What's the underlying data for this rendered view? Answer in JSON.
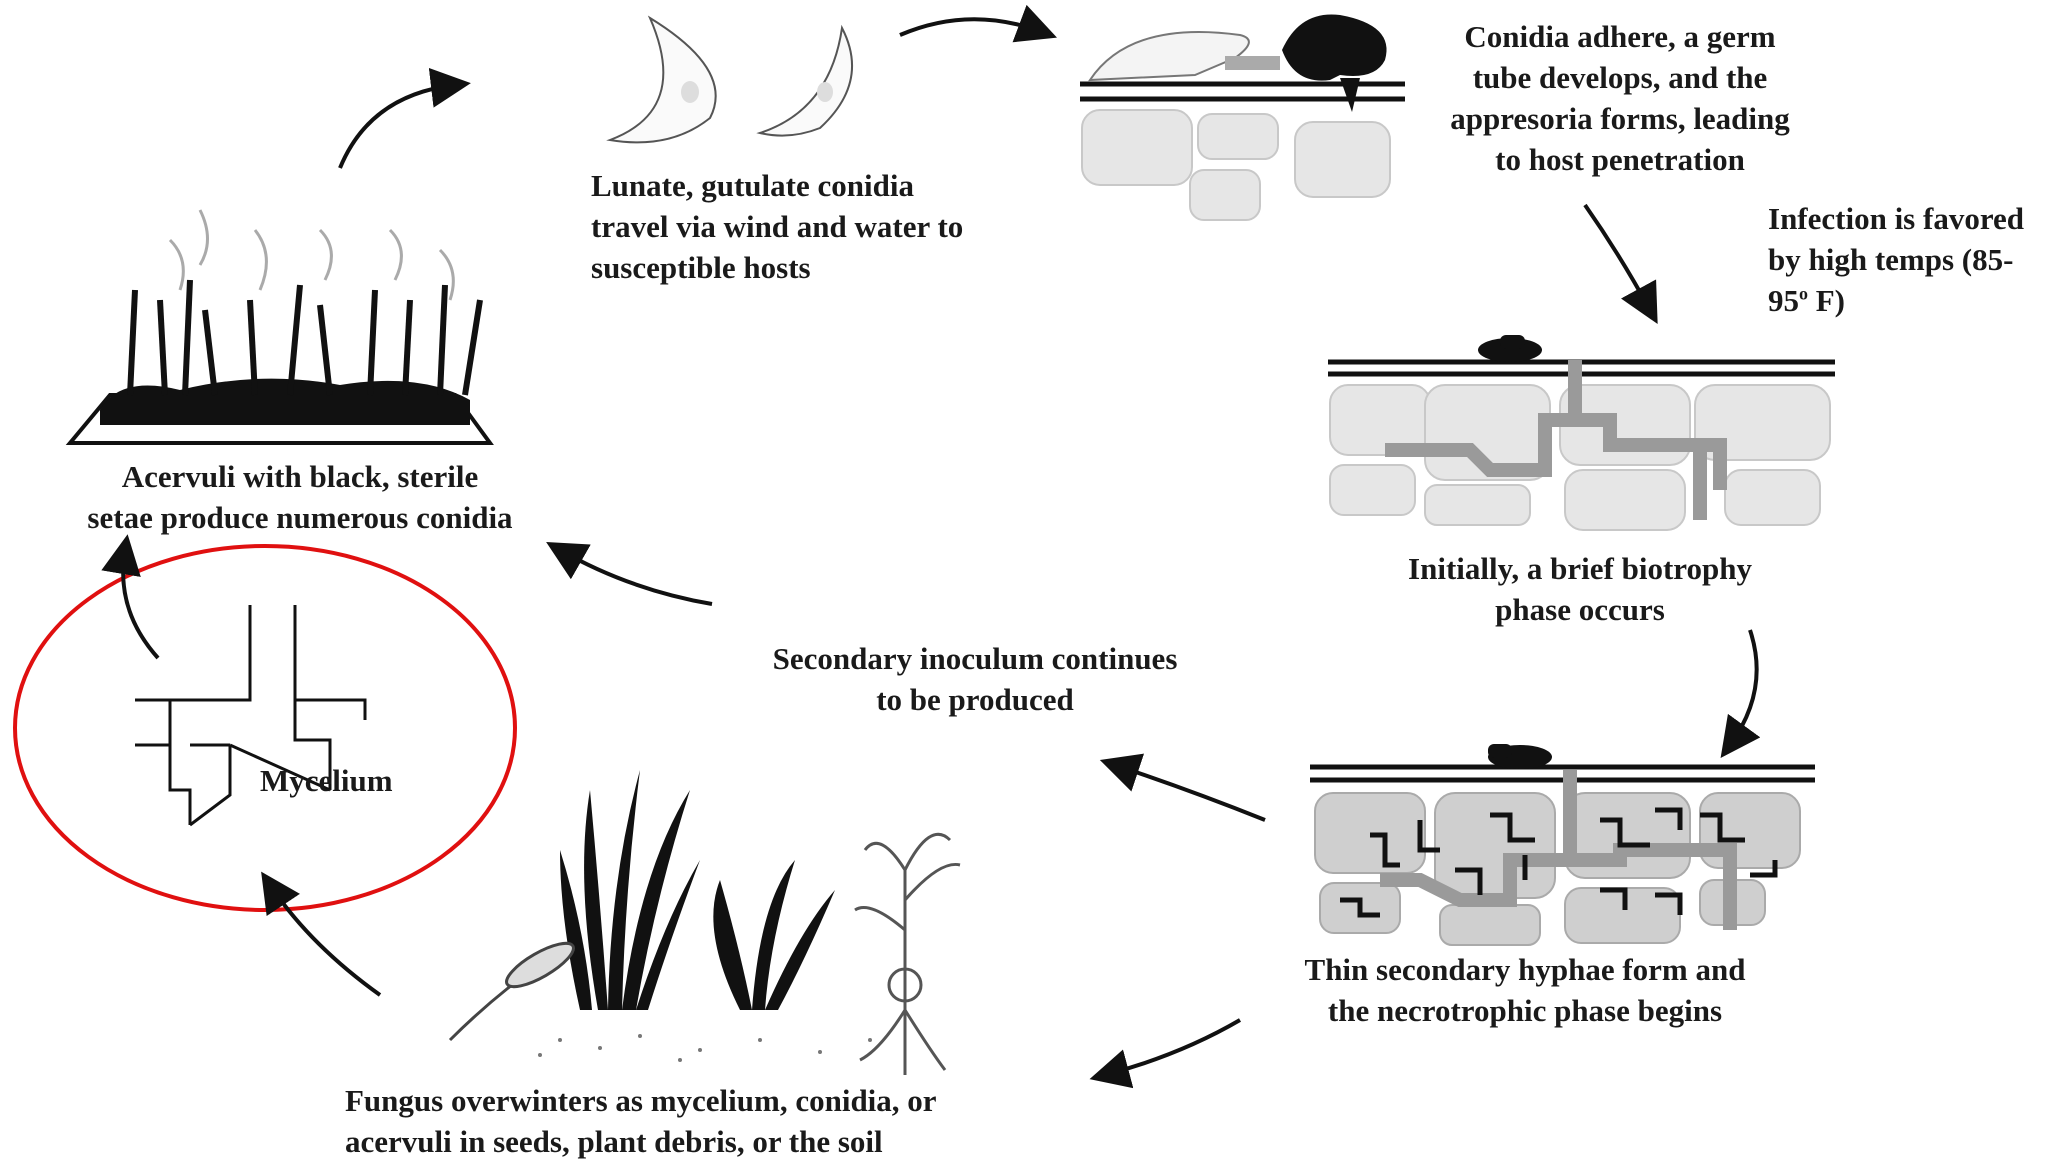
{
  "stages": {
    "conidia_travel": {
      "lines": [
        "Lunate, gutulate conidia",
        "travel via wind and water to",
        "susceptible hosts"
      ]
    },
    "adhesion": {
      "lines": [
        "Conidia adhere, a germ",
        "tube develops, and the",
        "appresoria forms, leading",
        "to host penetration"
      ]
    },
    "temperature_note": {
      "lines": [
        "Infection is favored",
        "by high temps (85-",
        "95",
        "o",
        " F)"
      ]
    },
    "biotrophy": {
      "lines": [
        "Initially, a brief biotrophy",
        "phase occurs"
      ]
    },
    "necrotrophy": {
      "lines": [
        "Thin secondary hyphae form and",
        "the necrotrophic phase begins"
      ]
    },
    "secondary_inoculum": {
      "lines": [
        "Secondary inoculum continues",
        "to be produced"
      ]
    },
    "overwinter": {
      "lines": [
        "Fungus overwinters as mycelium, conidia, or",
        "acervuli in seeds, plant debris, or the soil"
      ]
    },
    "mycelium": {
      "label": "Mycelium"
    },
    "acervuli": {
      "lines": [
        "Acervuli with black, sterile",
        "setae produce numerous conidia"
      ]
    }
  },
  "colors": {
    "ink": "#111111",
    "cell_fill": "#e6e6e6",
    "cell_stroke": "#c8c8c8",
    "hypha": "#9a9a9a",
    "highlight_ring": "#e01010"
  }
}
